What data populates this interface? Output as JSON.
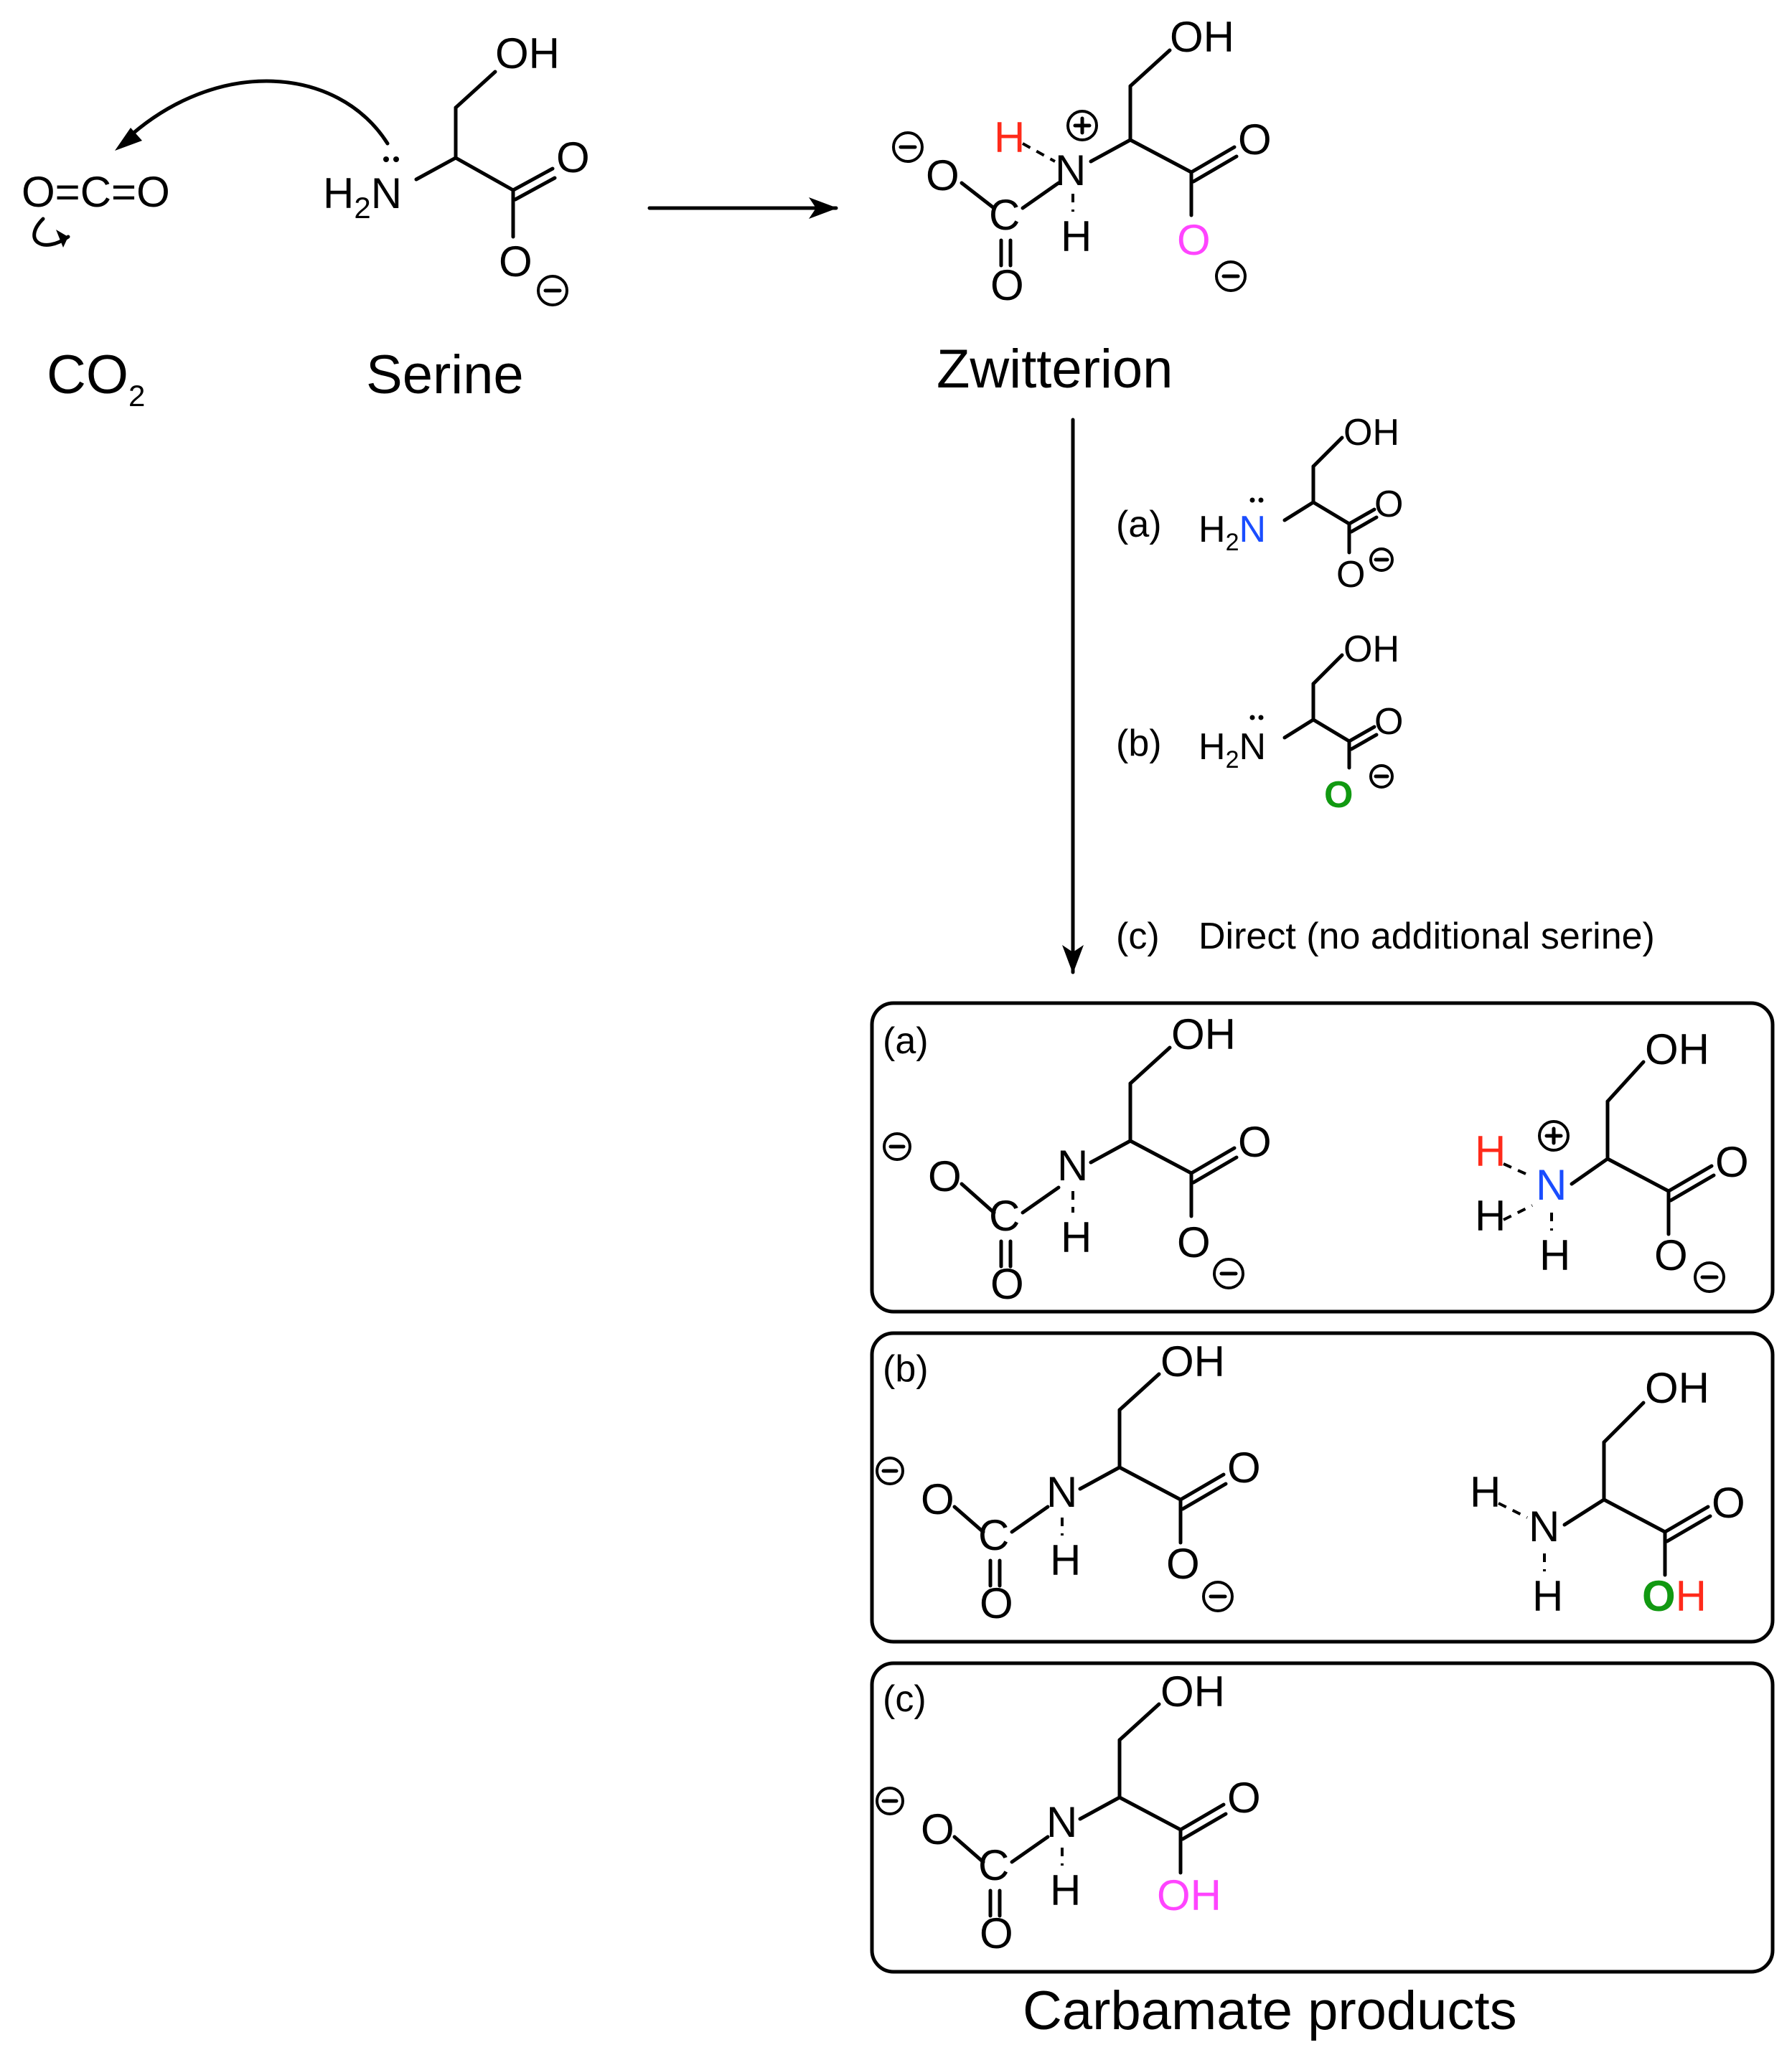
{
  "labels": {
    "co2": "CO",
    "co2_sub": "2",
    "serine": "Serine",
    "zwitterion": "Zwitterion",
    "carbamate": "Carbamate products"
  },
  "conditions": {
    "a": "(a)",
    "b": "(b)",
    "c": "(c)",
    "c_text": "Direct (no additional serine)"
  },
  "boxes": {
    "a": "(a)",
    "b": "(b)",
    "c": "(c)"
  },
  "atoms": {
    "oh": "OH",
    "o": "O",
    "c": "C",
    "n": "N",
    "h": "H",
    "h2": "H",
    "h2_sub": "2",
    "co2_formula": "O=C=O"
  },
  "colors": {
    "red_h": "#ff2a1a",
    "blue_n": "#1a4dff",
    "magenta_o": "#ff44ff",
    "green_o": "#119911"
  }
}
